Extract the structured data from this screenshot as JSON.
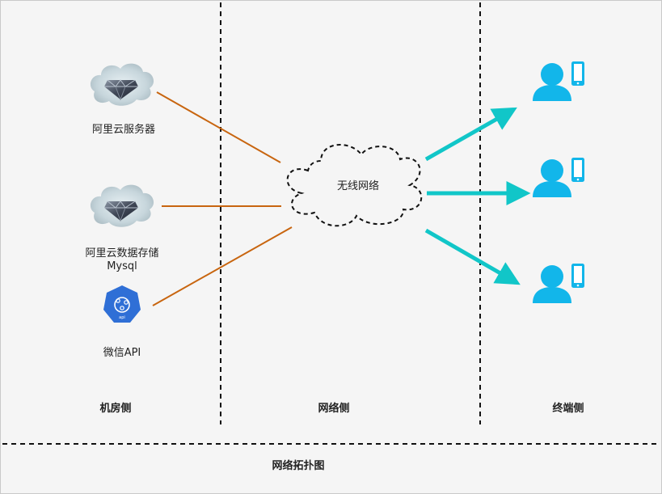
{
  "nodes": {
    "aliyun_server": {
      "label": "阿里云服务器"
    },
    "aliyun_storage": {
      "label_line1": "阿里云数据存储",
      "label_line2": "Mysql"
    },
    "wechat_api": {
      "label": "微信API",
      "badge": "api"
    },
    "wireless_network": {
      "label": "无线网络"
    }
  },
  "zones": {
    "machine_room": "机房侧",
    "network": "网络侧",
    "terminal": "终端侧"
  },
  "footer": {
    "title": "网络拓扑图"
  },
  "icons": {
    "server": "cloud-server-icon",
    "storage": "cloud-storage-icon",
    "api": "api-hexagon-icon",
    "user": "user-phone-icon"
  },
  "colors": {
    "orange_link": "#c8650f",
    "cyan_arrow": "#11c6c8",
    "user_icon": "#12b6ea",
    "api_blue": "#2f6fd6",
    "background": "#f5f5f5"
  }
}
